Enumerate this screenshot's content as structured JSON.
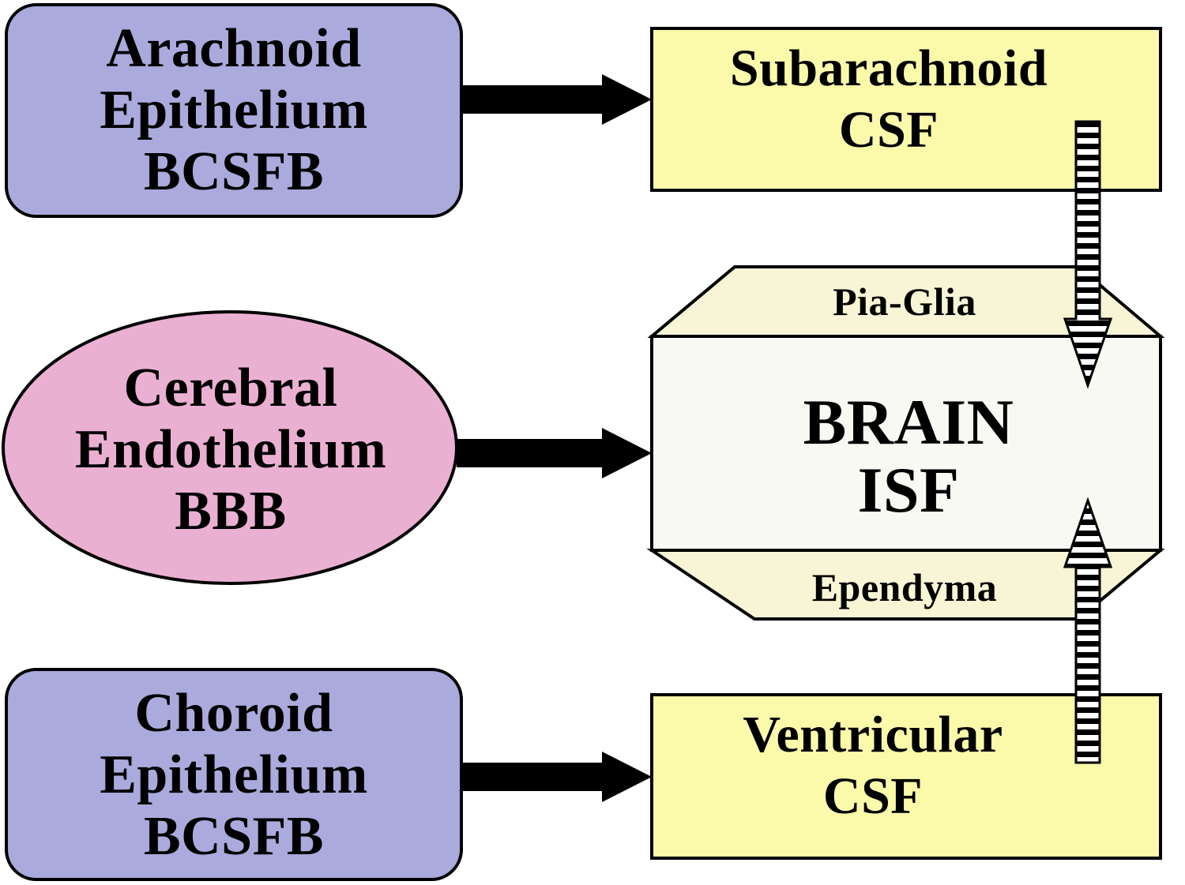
{
  "colors": {
    "barrier_box": "#aaaadd",
    "endothelium_oval": "#eab0d2",
    "csf_box": "#fbfaab",
    "brain_body": "#f9f9f4",
    "brain_cap": "#f7f5d6",
    "outline": "#000000"
  },
  "nodes": {
    "arachnoid": {
      "line1": "Arachnoid",
      "line2": "Epithelium",
      "line3": "BCSFB"
    },
    "cerebral": {
      "line1": "Cerebral",
      "line2": "Endothelium",
      "line3": "BBB"
    },
    "choroid": {
      "line1": "Choroid",
      "line2": "Epithelium",
      "line3": "BCSFB"
    },
    "subarachnoid": {
      "line1": "Subarachnoid",
      "line2": "CSF"
    },
    "ventricular": {
      "line1": "Ventricular",
      "line2": "CSF"
    },
    "brain": {
      "top_label": "Pia-Glia",
      "line1": "BRAIN",
      "line2": "ISF",
      "bottom_label": "Ependyma"
    }
  },
  "edges": [
    {
      "from": "arachnoid",
      "to": "subarachnoid",
      "style": "solid"
    },
    {
      "from": "cerebral",
      "to": "brain",
      "style": "solid"
    },
    {
      "from": "choroid",
      "to": "ventricular",
      "style": "solid"
    },
    {
      "from": "subarachnoid",
      "to": "brain",
      "style": "striped"
    },
    {
      "from": "ventricular",
      "to": "brain",
      "style": "striped"
    }
  ]
}
